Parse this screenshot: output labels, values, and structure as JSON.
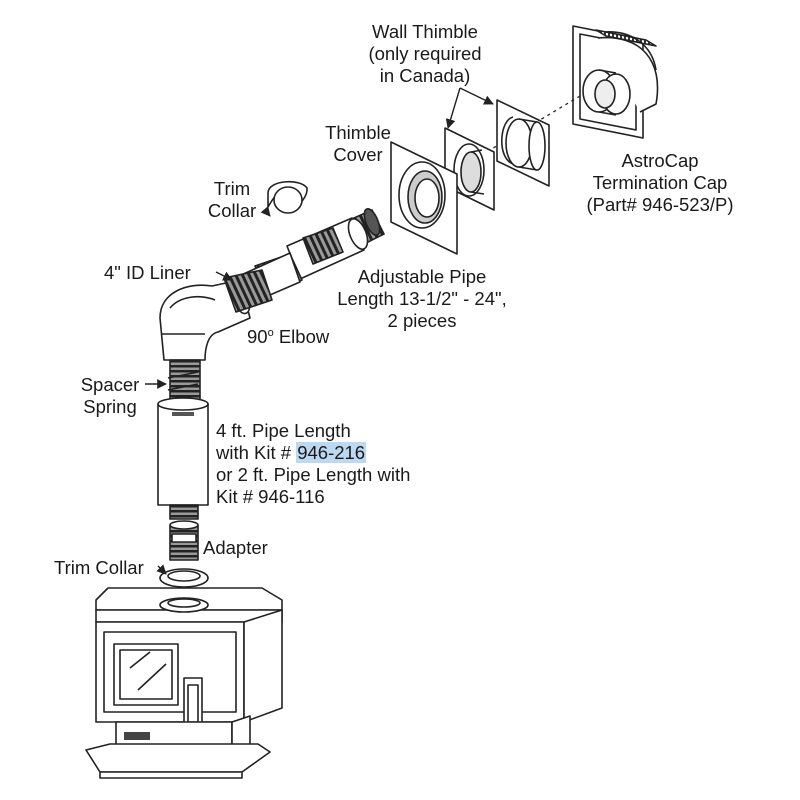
{
  "labels": {
    "wall_thimble": [
      "Wall Thimble",
      "(only required",
      "in Canada)"
    ],
    "astrocap": [
      "AstroCap",
      "Termination Cap",
      "(Part# 946-523/P)"
    ],
    "thimble_cover": [
      "Thimble",
      "Cover"
    ],
    "trim_collar_top": [
      "Trim",
      "Collar"
    ],
    "id_liner": "4\" ID Liner",
    "adjustable_pipe": [
      "Adjustable Pipe",
      "Length 13-1/2\" - 24\",",
      "2 pieces"
    ],
    "elbow": {
      "number": "90",
      "degree": "o",
      "text": " Elbow"
    },
    "spacer_spring": [
      "Spacer",
      "Spring"
    ],
    "pipe_length": {
      "line1": "4 ft. Pipe Length",
      "line2_prefix": "with Kit # ",
      "line2_kit": "946-216",
      "line3": "or 2 ft. Pipe Length with",
      "line4": "Kit # 946-116"
    },
    "adapter": "Adapter",
    "trim_collar_bottom": "Trim Collar"
  },
  "colors": {
    "line": "#222222",
    "fill": "#ffffff",
    "shade": "#cfcfcf",
    "dark": "#444444",
    "highlight": "#bcd9f1"
  }
}
